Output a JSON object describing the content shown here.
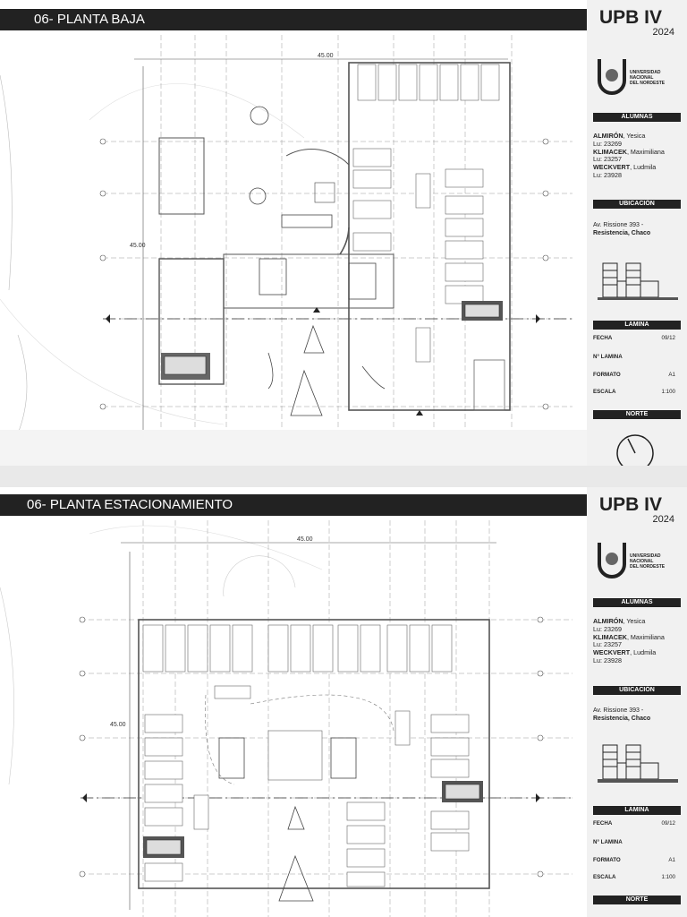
{
  "sheets": [
    {
      "title": "06- PLANTA BAJA",
      "dim_top": "45.00",
      "dim_left": "45.00",
      "panel": {
        "project": "UPB IV",
        "year": "2024",
        "university": [
          "UNIVERSIDAD",
          "NACIONAL",
          "DEL NORDESTE"
        ],
        "section_students": "ALUMNAS",
        "students": [
          {
            "last": "ALMIRÓN",
            "first": ", Yesica",
            "lu": "Lu: 23269"
          },
          {
            "last": "KLIMACEK",
            "first": ", Maximiliana",
            "lu": "Lu: 23257"
          },
          {
            "last": "WECKVERT",
            "first": ", Ludmila",
            "lu": "Lu: 23928"
          }
        ],
        "section_location": "UBICACIÓN",
        "address_line1": "Av. Rissione 393 -",
        "address_line2": "Resistencia, Chaco",
        "section_sheet": "LAMINA",
        "fecha_label": "FECHA",
        "fecha_value": "09/12",
        "lamina_label": "N° LAMINA",
        "formato_label": "FORMATO",
        "formato_value": "A1",
        "escala_label": "ESCALA",
        "escala_value": "1:100",
        "section_north": "NORTE"
      }
    },
    {
      "title": "06- PLANTA ESTACIONAMIENTO",
      "dim_top": "45.00",
      "dim_left": "45.00",
      "panel": {
        "project": "UPB IV",
        "year": "2024",
        "university": [
          "UNIVERSIDAD",
          "NACIONAL",
          "DEL NORDESTE"
        ],
        "section_students": "ALUMNAS",
        "students": [
          {
            "last": "ALMIRÓN",
            "first": ", Yesica",
            "lu": "Lu: 23269"
          },
          {
            "last": "KLIMACEK",
            "first": ", Maximiliana",
            "lu": "Lu: 23257"
          },
          {
            "last": "WECKVERT",
            "first": ", Ludmila",
            "lu": "Lu: 23928"
          }
        ],
        "section_location": "UBICACIÓN",
        "address_line1": "Av. Rissione 393 -",
        "address_line2": "Resistencia, Chaco",
        "section_sheet": "LAMINA",
        "fecha_label": "FECHA",
        "fecha_value": "09/12",
        "lamina_label": "N° LAMINA",
        "formato_label": "FORMATO",
        "formato_value": "A1",
        "escala_label": "ESCALA",
        "escala_value": "1:100",
        "section_north": "NORTE"
      }
    }
  ]
}
